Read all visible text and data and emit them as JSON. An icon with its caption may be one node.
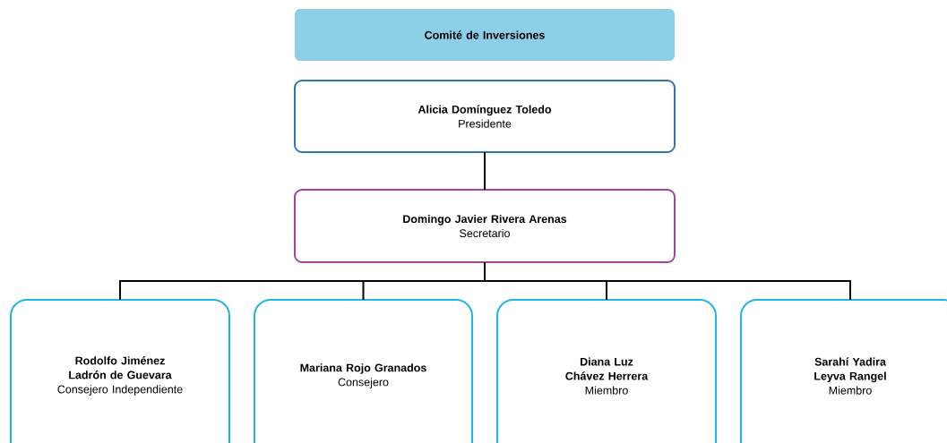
{
  "diagram": {
    "nodes": [
      {
        "text": [
          "Comité de Inversiones"
        ]
      },
      {
        "text": [
          "Alicia Domínguez Toledo",
          "Presidente"
        ]
      },
      {
        "text": [
          "Domingo Javier Rivera Arenas",
          "Secretario"
        ]
      },
      {
        "text": [
          "Rodolfo Jiménez Ladrón de Guevara",
          "Consejero Independiente"
        ]
      },
      {
        "text": [
          "Mariana Rojo Granados",
          "Consejero"
        ]
      },
      {
        "text": [
          "Diana Luz Chávez Herrera",
          "Miembro"
        ]
      },
      {
        "text": [
          "Sarahí Yadira Leyva Rangel",
          "Miembro"
        ]
      }
    ],
    "edges": [
      {
        "from": 1,
        "to": 2,
        "arrow": "none"
      },
      {
        "from": 2,
        "to": 3,
        "arrow": "none"
      },
      {
        "from": 2,
        "to": 4,
        "arrow": "none"
      },
      {
        "from": 2,
        "to": 5,
        "arrow": "none"
      },
      {
        "from": 2,
        "to": 6,
        "arrow": "none"
      }
    ]
  }
}
